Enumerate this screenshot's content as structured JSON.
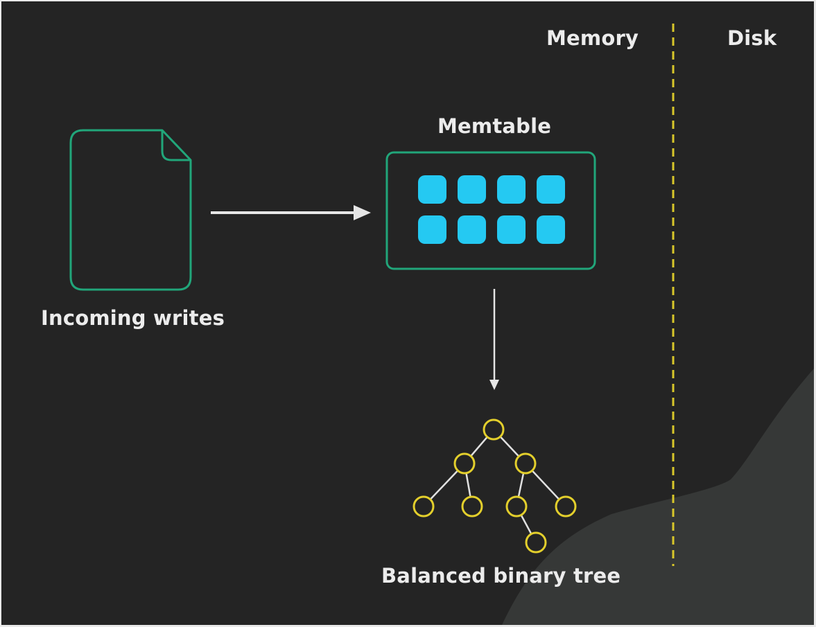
{
  "diagram": {
    "title": "LSM write path: memtable",
    "regions": {
      "memory_label": "Memory",
      "disk_label": "Disk"
    },
    "nodes": {
      "incoming_writes": {
        "label": "Incoming writes",
        "icon": "document-icon"
      },
      "memtable": {
        "label": "Memtable",
        "entries": 8,
        "rows": 2,
        "columns": 4
      },
      "tree": {
        "label": "Balanced binary tree",
        "node_count": 8
      }
    },
    "edges": [
      {
        "from": "incoming_writes",
        "to": "memtable"
      },
      {
        "from": "memtable",
        "to": "tree"
      }
    ],
    "colors": {
      "background": "#242424",
      "outline_green": "#21a67a",
      "entry_cyan": "#25c9f2",
      "tree_yellow": "#e3cf2c",
      "divider_yellow": "#d9c72a",
      "arrow_white": "#e6e6e6",
      "text": "#ececec",
      "shape_gray": "#363837"
    }
  }
}
